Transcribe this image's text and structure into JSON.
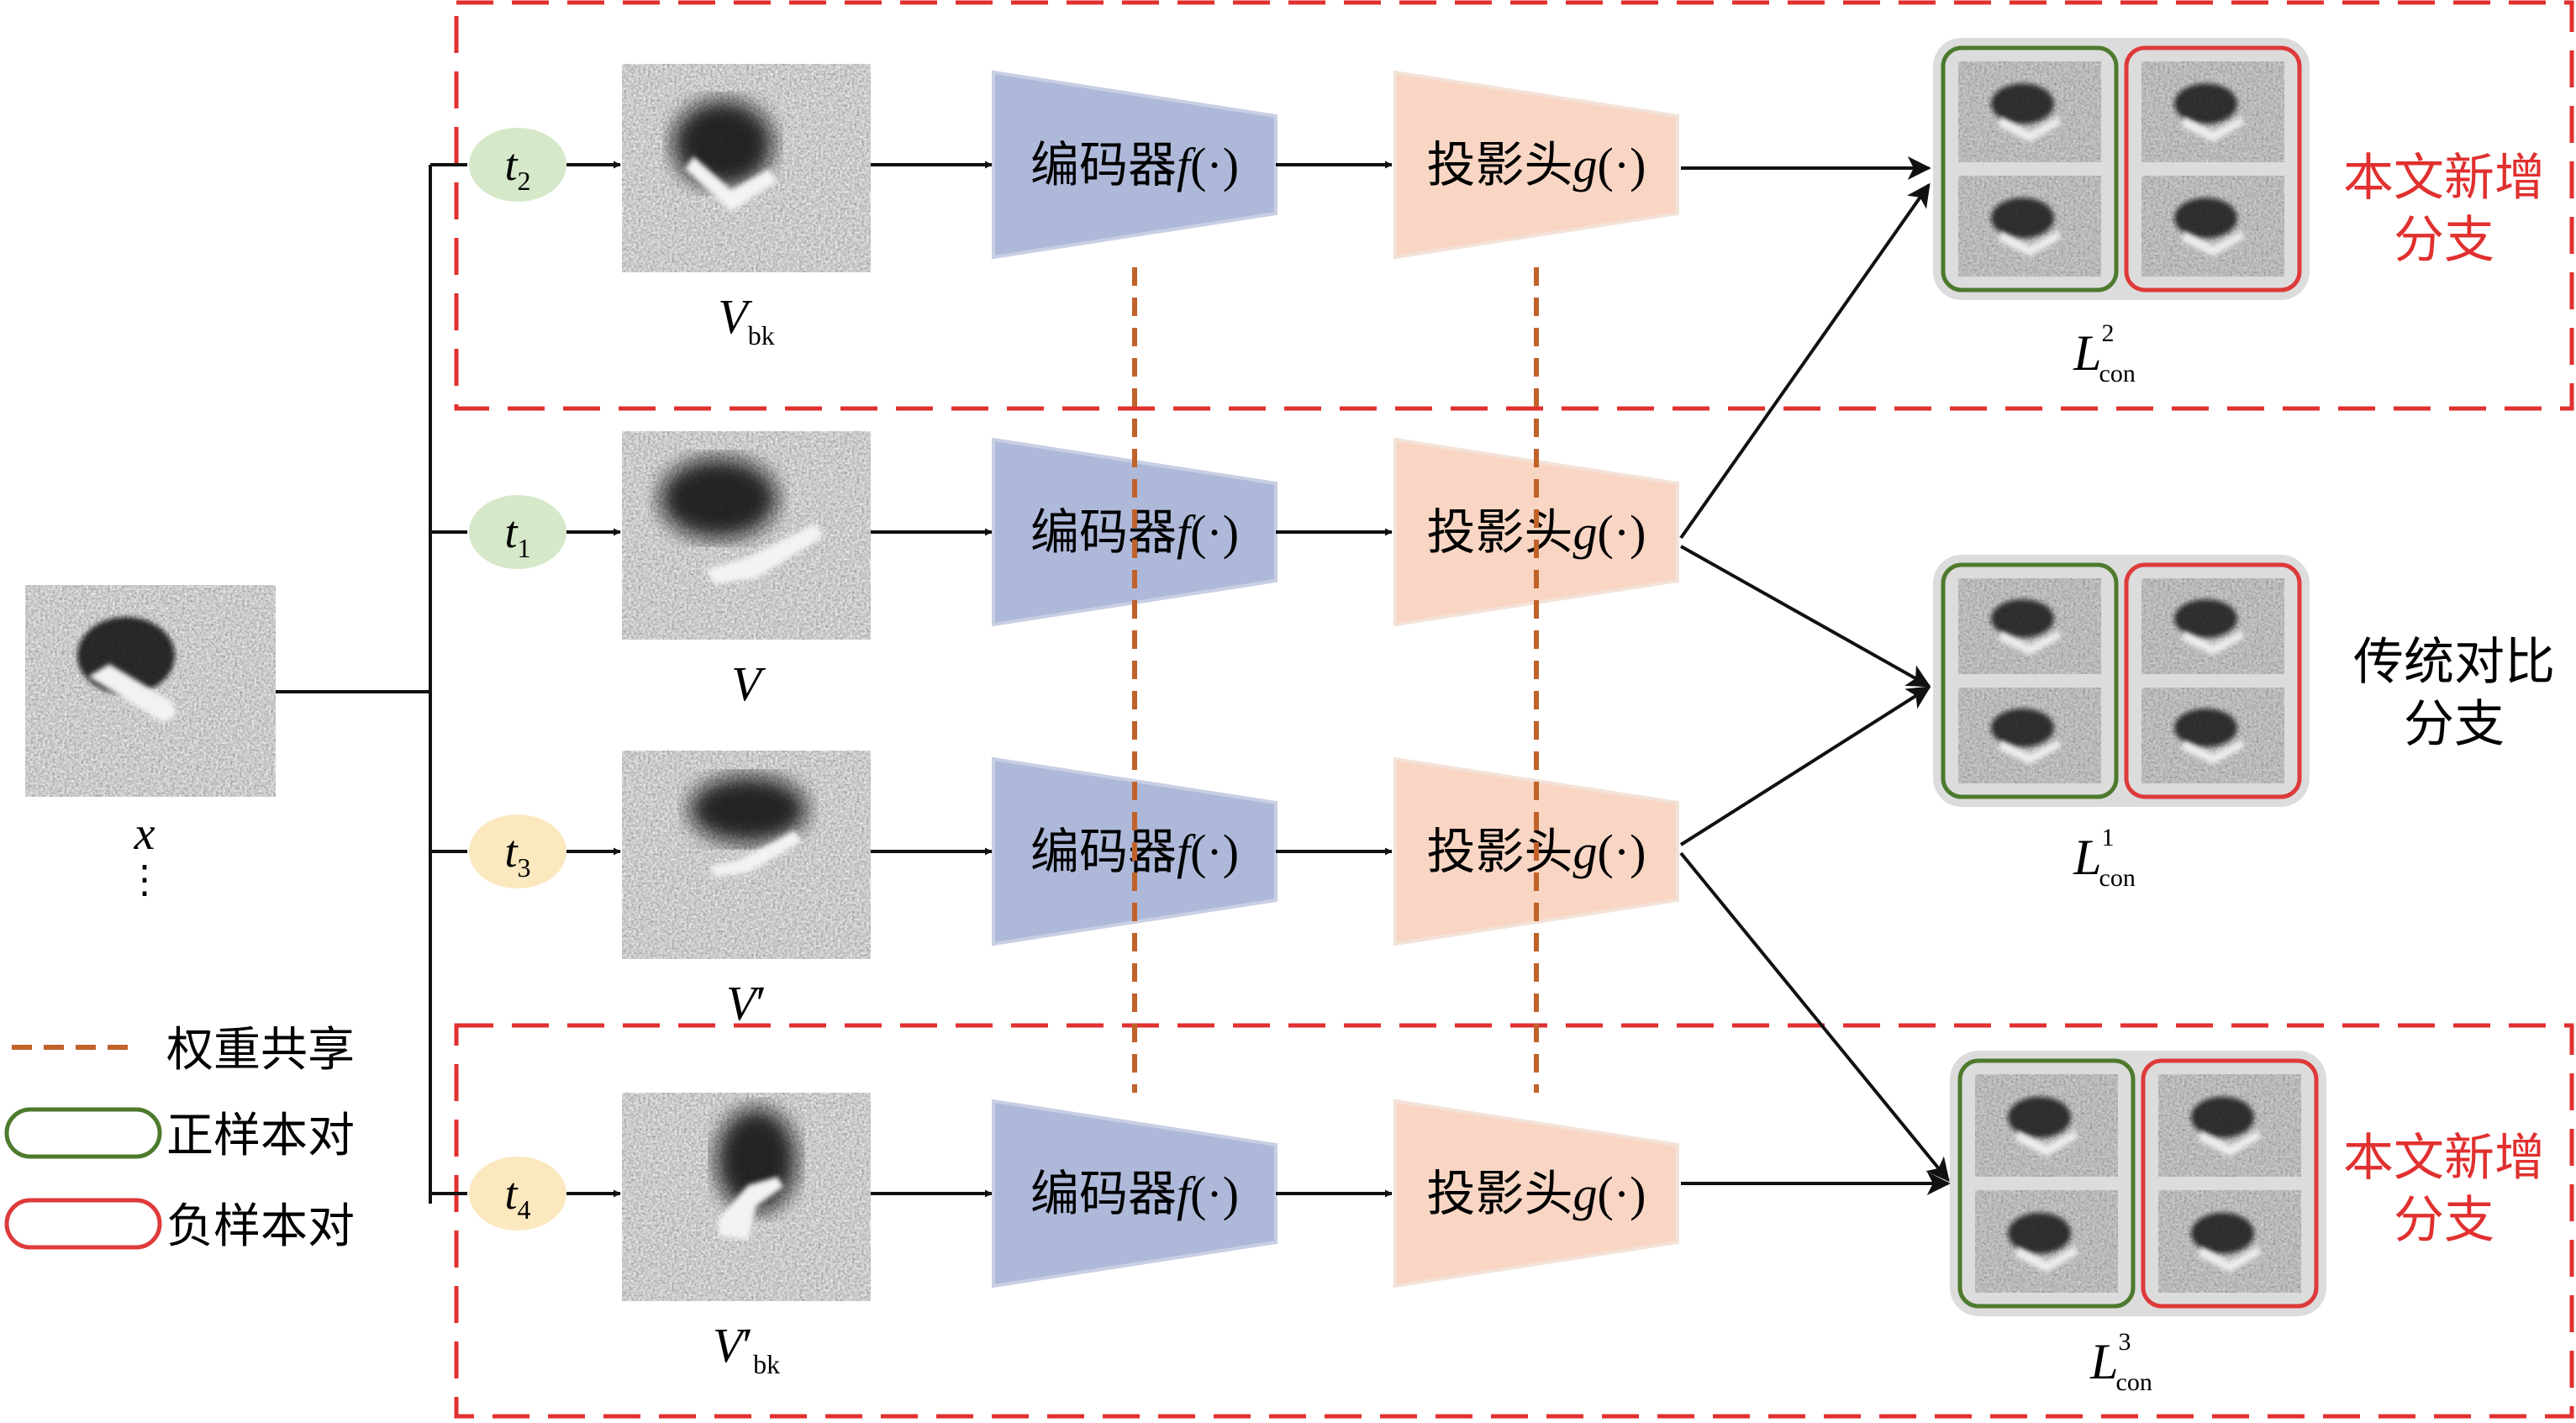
{
  "colors": {
    "dashed_box": "#e0302f",
    "weight_share": "#c0622a",
    "encoder_fill": "#aeb9da",
    "encoder_stroke": "#c9cfe3",
    "projector_fill": "#f9d6c4",
    "projector_stroke": "#f3e2d8",
    "positive_pair": "#4e7a2e",
    "negative_pair": "#de3a3a",
    "panel_bg": "#dcdcdc",
    "t_green": "#d5e8c9",
    "t_yellow": "#fbe8bf",
    "red_text": "#e0302f"
  },
  "input": {
    "symbol": "x",
    "dots": "⋮"
  },
  "transforms": [
    {
      "base": "t",
      "sub": "2"
    },
    {
      "base": "t",
      "sub": "1"
    },
    {
      "base": "t",
      "sub": "3"
    },
    {
      "base": "t",
      "sub": "4"
    }
  ],
  "views": [
    {
      "base": "V",
      "prime": "",
      "sub": "bk"
    },
    {
      "base": "V",
      "prime": "",
      "sub": ""
    },
    {
      "base": "V",
      "prime": "′",
      "sub": ""
    },
    {
      "base": "V",
      "prime": "′",
      "sub": "bk"
    }
  ],
  "encoder": {
    "label": "编码器",
    "func": "f",
    "arg": "(·)"
  },
  "projector": {
    "label": "投影头",
    "func": "g",
    "arg": "(·)"
  },
  "losses": [
    {
      "base": "L",
      "sup": "2",
      "sub": "con"
    },
    {
      "base": "L",
      "sup": "1",
      "sub": "con"
    },
    {
      "base": "L",
      "sup": "3",
      "sub": "con"
    }
  ],
  "branch_labels": {
    "top": [
      "本文新增",
      "分支"
    ],
    "middle": [
      "传统对比",
      "分支"
    ],
    "bottom": [
      "本文新增",
      "分支"
    ]
  },
  "legend": {
    "weight_share": "权重共享",
    "positive_pair": "正样本对",
    "negative_pair": "负样本对"
  }
}
